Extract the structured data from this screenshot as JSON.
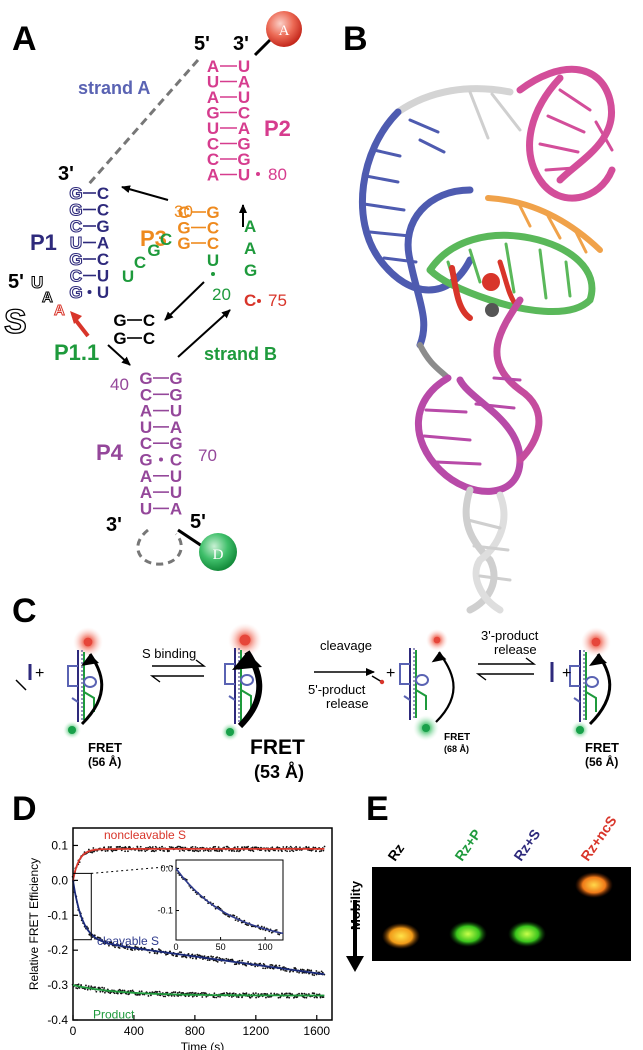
{
  "panels": {
    "a": "A",
    "b": "B",
    "c": "C",
    "d": "D",
    "e": "E"
  },
  "colors": {
    "p1": "#2e2a7c",
    "p2": "#d63c8e",
    "p3": "#ee8a1e",
    "green": "#1e9a3c",
    "p4": "#94479a",
    "red": "#d8352a",
    "blue": "#5a63b3"
  },
  "panelA": {
    "ends": {
      "top5": "5'",
      "top3": "3'",
      "p1_3": "3'",
      "s5": "5'",
      "p4_3": "3'",
      "p4_5": "5'"
    },
    "labels": {
      "strandA": "strand A",
      "strandB": "strand B",
      "p1": "P1",
      "p2": "P2",
      "p3": "P3",
      "p11": "P1.1",
      "p4": "P4"
    },
    "nums": {
      "n80": "80",
      "n30": "30",
      "n20": "20",
      "n75": "75",
      "n40": "40",
      "n70": "70"
    },
    "fluor": {
      "acceptor": "A",
      "donor": "D"
    },
    "substrate": {
      "u": "U",
      "a1": "A",
      "a2": "A",
      "s": "S"
    },
    "p2": {
      "left": [
        "A",
        "U",
        "A",
        "G",
        "U",
        "C",
        "C",
        "A"
      ],
      "right": [
        "U",
        "A",
        "U",
        "C",
        "A",
        "G",
        "G",
        "U"
      ]
    },
    "p1": {
      "left": [
        "G",
        "G",
        "C",
        "U",
        "G",
        "C",
        "G"
      ],
      "right": [
        "C",
        "C",
        "G",
        "A",
        "C",
        "U",
        "U"
      ]
    },
    "p3": {
      "left": [
        "C",
        "G",
        "G"
      ],
      "right": [
        "G",
        "C",
        "C"
      ],
      "top": "U"
    },
    "p3num": "30",
    "loop": [
      "C",
      "G",
      "C",
      "U"
    ],
    "p11": {
      "left": [
        "G",
        "G"
      ],
      "right": [
        "C",
        "C"
      ]
    },
    "j": {
      "u20": "U",
      "a1": "A",
      "a2": "A",
      "g": "G",
      "c75": "C"
    },
    "p4": {
      "left": [
        "G",
        "C",
        "A",
        "U",
        "C",
        "G",
        "A",
        "A",
        "U"
      ],
      "right": [
        "G",
        "G",
        "U",
        "A",
        "G",
        "C",
        "U",
        "U",
        "A"
      ]
    }
  },
  "panelC": {
    "s_binding": "S binding",
    "cleavage": "cleavage",
    "p5_release": [
      "5'-product",
      "release"
    ],
    "p3_release": [
      "3'-product",
      "release"
    ],
    "fret1": [
      "FRET",
      "(56 Å)"
    ],
    "fret2": [
      "FRET",
      "(53 Å)"
    ],
    "fret3": [
      "FRET",
      "(68 Å)"
    ],
    "fret4": [
      "FRET",
      "(56 Å)"
    ],
    "plus": "+"
  },
  "panelD": {
    "chart_data": {
      "type": "scatter",
      "xlabel": "Time (s)",
      "ylabel": "Relative FRET Efficiency",
      "xlim": [
        0,
        1700
      ],
      "ylim": [
        -0.4,
        0.15
      ],
      "xticks": [
        "0",
        "400",
        "800",
        "1200",
        "1600"
      ],
      "yticks": [
        "0.1",
        "0.0",
        "-0.1",
        "-0.2",
        "-0.3",
        "-0.4"
      ],
      "series": [
        {
          "name": "noncleavable S",
          "color": "#d8352a",
          "plateau": 0.09,
          "tau": 40
        },
        {
          "name": "cleavable S",
          "color": "#2e3a8c",
          "plateau": -0.27,
          "fast": -0.17,
          "tau": 60,
          "slope": -6e-05
        },
        {
          "name": "Product",
          "color": "#1e9a3c",
          "start": -0.3,
          "plateau": -0.33,
          "tau": 300
        }
      ],
      "inset": {
        "xticks": [
          "0",
          "50",
          "100"
        ],
        "yticks": [
          "0.0",
          "-0.1"
        ],
        "xlim": [
          0,
          120
        ],
        "ylim": [
          -0.17,
          0.02
        ]
      }
    }
  },
  "panelE": {
    "lanes": [
      "Rz",
      "Rz+P",
      "Rz+S",
      "Rz+ncS"
    ],
    "lane_colors": [
      "#000000",
      "#1e9a3c",
      "#2e2a7c",
      "#d8352a"
    ],
    "mobility": "Mobility"
  }
}
